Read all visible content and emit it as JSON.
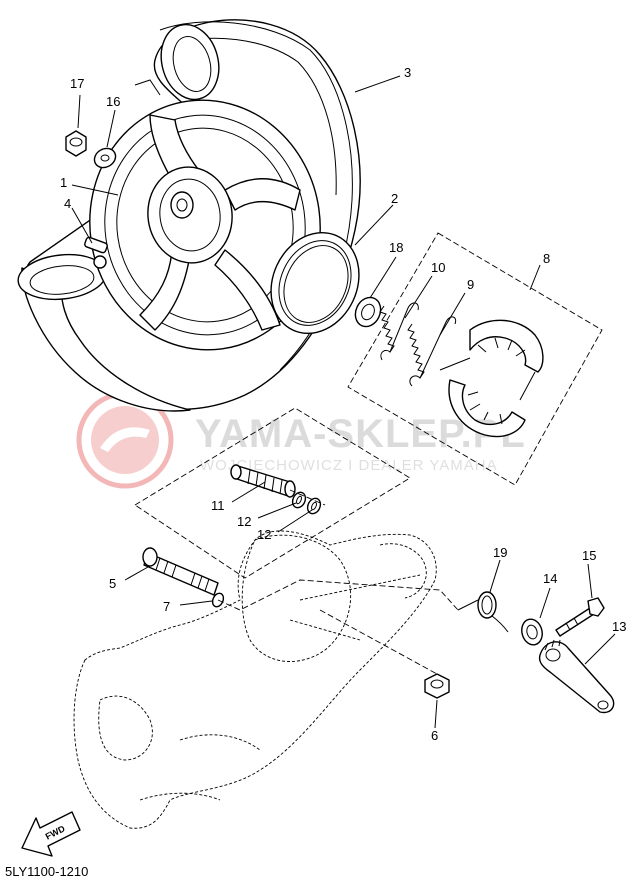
{
  "diagram": {
    "callouts": {
      "c1": "1",
      "c2": "2",
      "c3": "3",
      "c4": "4",
      "c5": "5",
      "c6": "6",
      "c7": "7",
      "c8": "8",
      "c9": "9",
      "c10": "10",
      "c11": "11",
      "c12a": "12",
      "c12b": "12",
      "c13": "13",
      "c14": "14",
      "c15": "15",
      "c16": "16",
      "c17": "17",
      "c18": "18",
      "c19": "19"
    },
    "fwd_label": "FWD",
    "diagram_code": "5LY1100-1210"
  },
  "watermark": {
    "brand": "YAMA-SKLEP.PL",
    "subline": "WOJCIECHOWICZ I DEALER YAMAHA"
  },
  "colors": {
    "line": "#000000",
    "watermark": "#e04a4a",
    "watermark_text": "#d8d8d8"
  }
}
